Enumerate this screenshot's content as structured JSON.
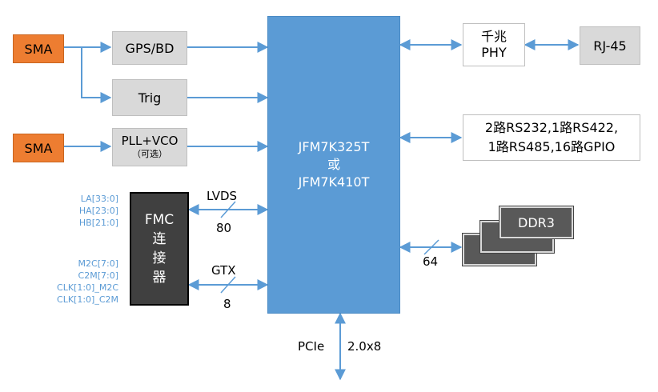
{
  "sma_top": "SMA",
  "sma_bottom": "SMA",
  "gps": "GPS/BD",
  "trig": "Trig",
  "pll": {
    "line1": "PLL+VCO",
    "line2": "（可选）"
  },
  "fpga": {
    "line1": "JFM7K325T",
    "line2": "或",
    "line3": "JFM7K410T"
  },
  "phy": {
    "line1": "千兆",
    "line2": "PHY"
  },
  "rj45": "RJ-45",
  "serial": {
    "line1": "2路RS232,1路RS422,",
    "line2": "1路RS485,16路GPIO"
  },
  "ddr": "DDR3",
  "ddr_width": "64",
  "fmc": {
    "line1": "FMC",
    "line2": "连",
    "line3": "接",
    "line4": "器"
  },
  "lvds": {
    "label": "LVDS",
    "count": "80"
  },
  "gtx": {
    "label": "GTX",
    "count": "8"
  },
  "pcie": {
    "label": "PCIe",
    "spec": "2.0x8"
  },
  "fmc_pins_top": [
    "LA[33:0]",
    "HA[23:0]",
    "HB[21:0]"
  ],
  "fmc_pins_bottom": [
    "M2C[7:0]",
    "C2M[7:0]",
    "CLK[1:0]_M2C",
    "CLK[1:0]_C2M"
  ],
  "colors": {
    "accent": "#5B9BD5",
    "sma": "#ED7D31",
    "gray": "#D9D9D9",
    "fmc": "#404040",
    "ddr": "#595959"
  }
}
